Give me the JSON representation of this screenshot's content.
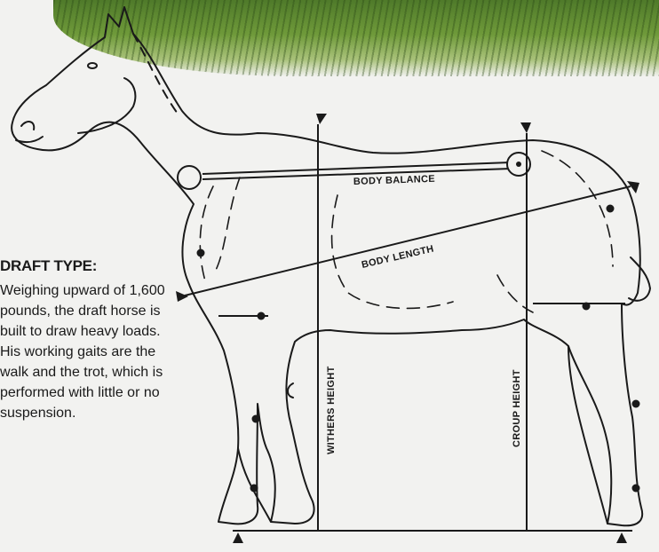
{
  "caption": {
    "title": "DRAFT TYPE:",
    "body": "Weighing upward of 1,600 pounds, the draft horse is built to draw heavy loads. His working gaits are the walk and the trot, which is performed with little or no suspension."
  },
  "labels": {
    "body_balance": "BODY BALANCE",
    "body_length": "BODY LENGTH",
    "withers_height": "WITHERS HEIGHT",
    "croup_height": "CROUP HEIGHT"
  },
  "colors": {
    "line": "#1a1a1a",
    "background": "#f2f2f0",
    "grass": "#6f9a3a"
  }
}
